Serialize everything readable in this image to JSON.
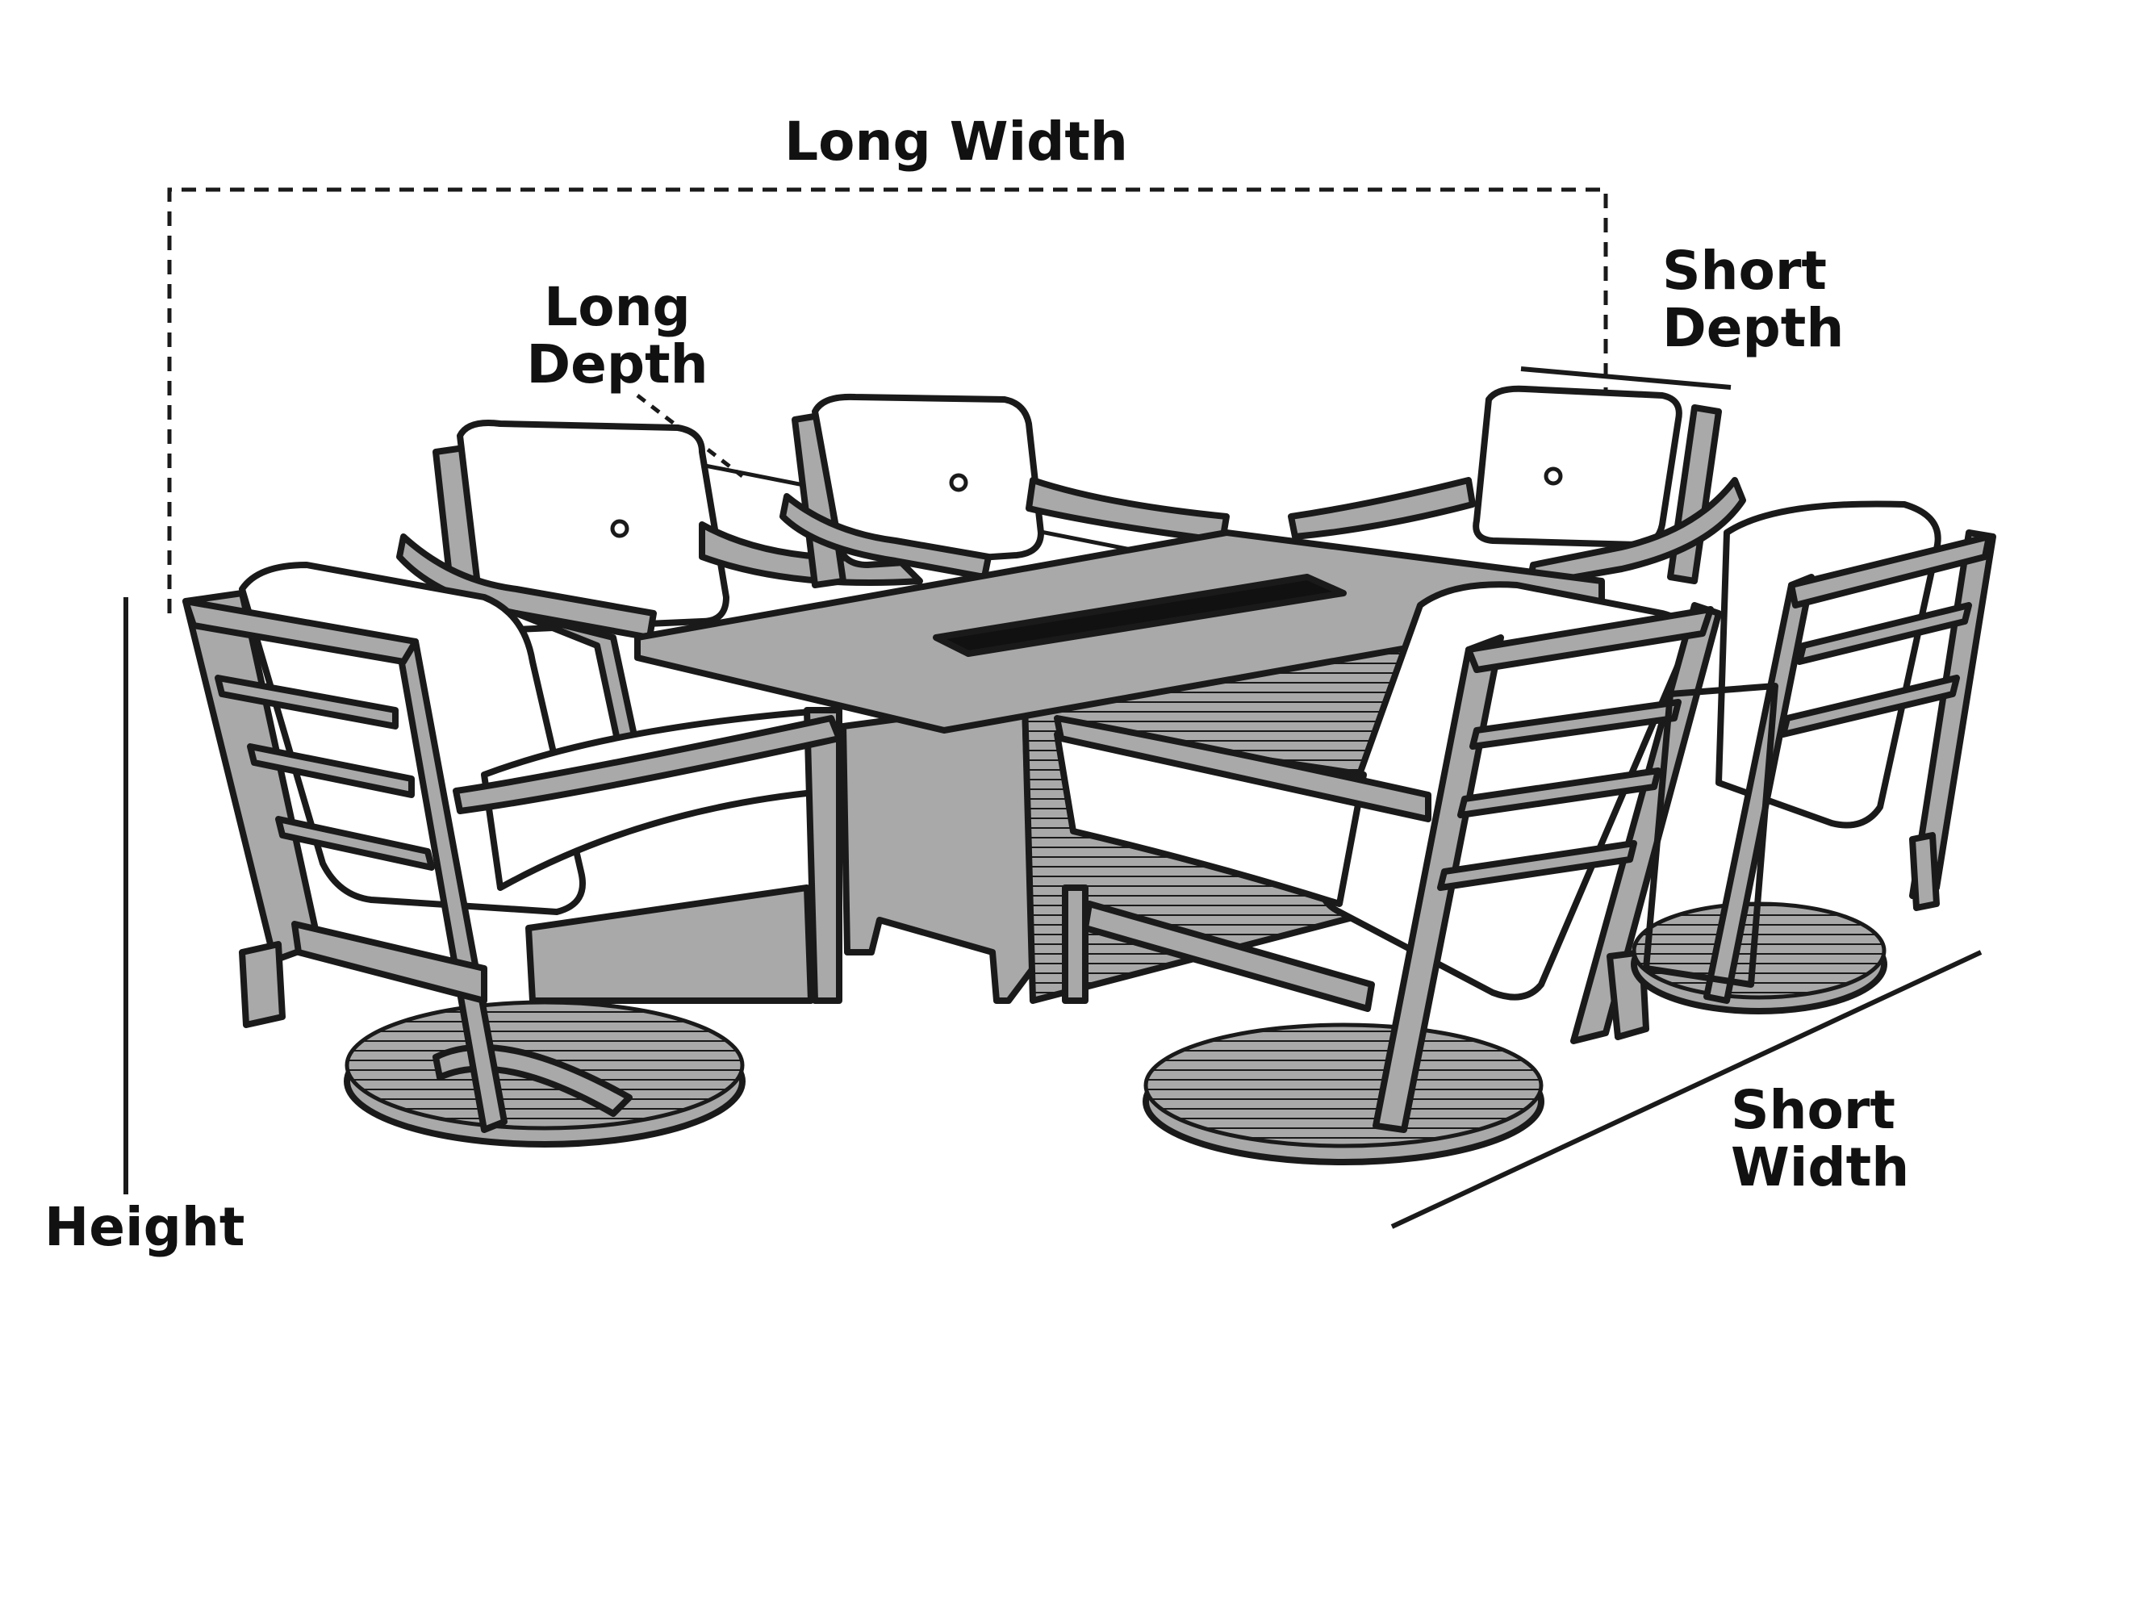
{
  "labels": {
    "long_width": "Long Width",
    "long_depth_1": "Long",
    "long_depth_2": "Depth",
    "short_depth_1": "Short",
    "short_depth_2": "Depth",
    "short_width_1": "Short",
    "short_width_2": "Width",
    "height": "Height"
  },
  "colors": {
    "frame_fill": "#a9a9a9",
    "cushion_fill": "#ffffff",
    "burner_fill": "#111111",
    "line": "#1a1a1a"
  }
}
